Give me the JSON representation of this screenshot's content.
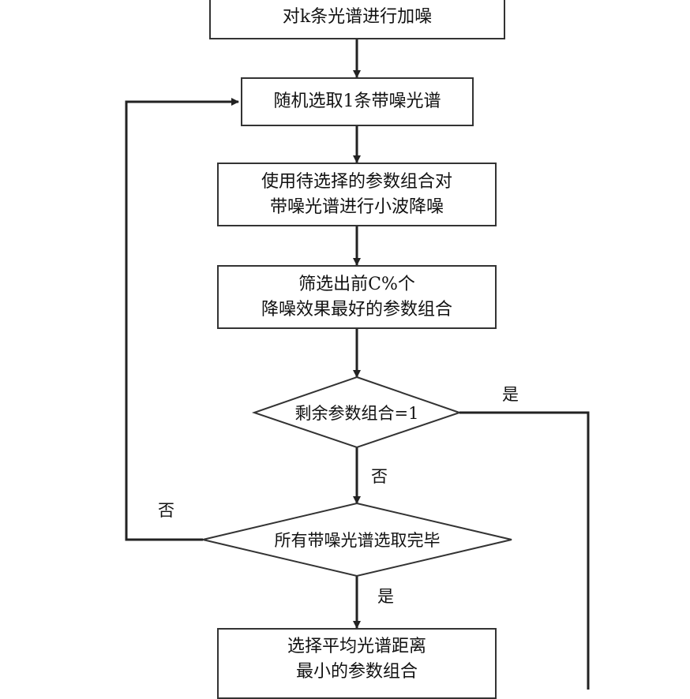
{
  "boxes": {
    "add_noise": "对k条光谱进行加噪",
    "select_random": "随机选取1条带噪光谱",
    "denoise": [
      "使用待选择的参数组合对",
      "带噪光谱进行小波降噪"
    ],
    "screen": [
      "筛选出前C%个",
      "降噪效果最好的参数组合"
    ],
    "choose": [
      "选择平均光谱距离",
      "最小的参数组合"
    ]
  },
  "decisions": {
    "remaining": "剩余参数组合=1",
    "all_selected": "所有带噪光谱选取完毕"
  },
  "edge_labels": {
    "remaining_yes": "是",
    "remaining_no": "否",
    "all_no": "否",
    "all_yes": "是"
  }
}
